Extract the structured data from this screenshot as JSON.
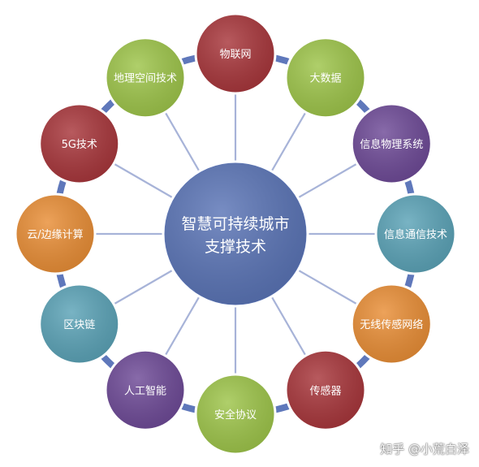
{
  "center": {
    "lines": [
      "智慧可持续城市",
      "支撑技术"
    ],
    "color": "#5a74b6"
  },
  "colors": {
    "ring": "#5f78bb",
    "spoke": "#a7b3d8",
    "red": "#a8363b",
    "green": "#9ec54a",
    "purple": "#6e4a97",
    "teal": "#5ba3b7",
    "orange": "#e98e36"
  },
  "nodes": [
    {
      "label": "物联网",
      "color": "#a8363b"
    },
    {
      "label": "大数据",
      "color": "#9ec54a"
    },
    {
      "label": "信息物理系统",
      "color": "#6e4a97"
    },
    {
      "label": "信息通信技术",
      "color": "#5ba3b7"
    },
    {
      "label": "无线传感网络",
      "color": "#e98e36"
    },
    {
      "label": "传感器",
      "color": "#a8363b"
    },
    {
      "label": "安全协议",
      "color": "#9ec54a"
    },
    {
      "label": "人工智能",
      "color": "#6e4a97"
    },
    {
      "label": "区块链",
      "color": "#5ba3b7"
    },
    {
      "label": "云/边缘计算",
      "color": "#e98e36"
    },
    {
      "label": "5G技术",
      "color": "#a8363b"
    },
    {
      "label": "地理空间技术",
      "color": "#9ec54a"
    }
  ],
  "watermark": "知乎 @小荒白泽"
}
